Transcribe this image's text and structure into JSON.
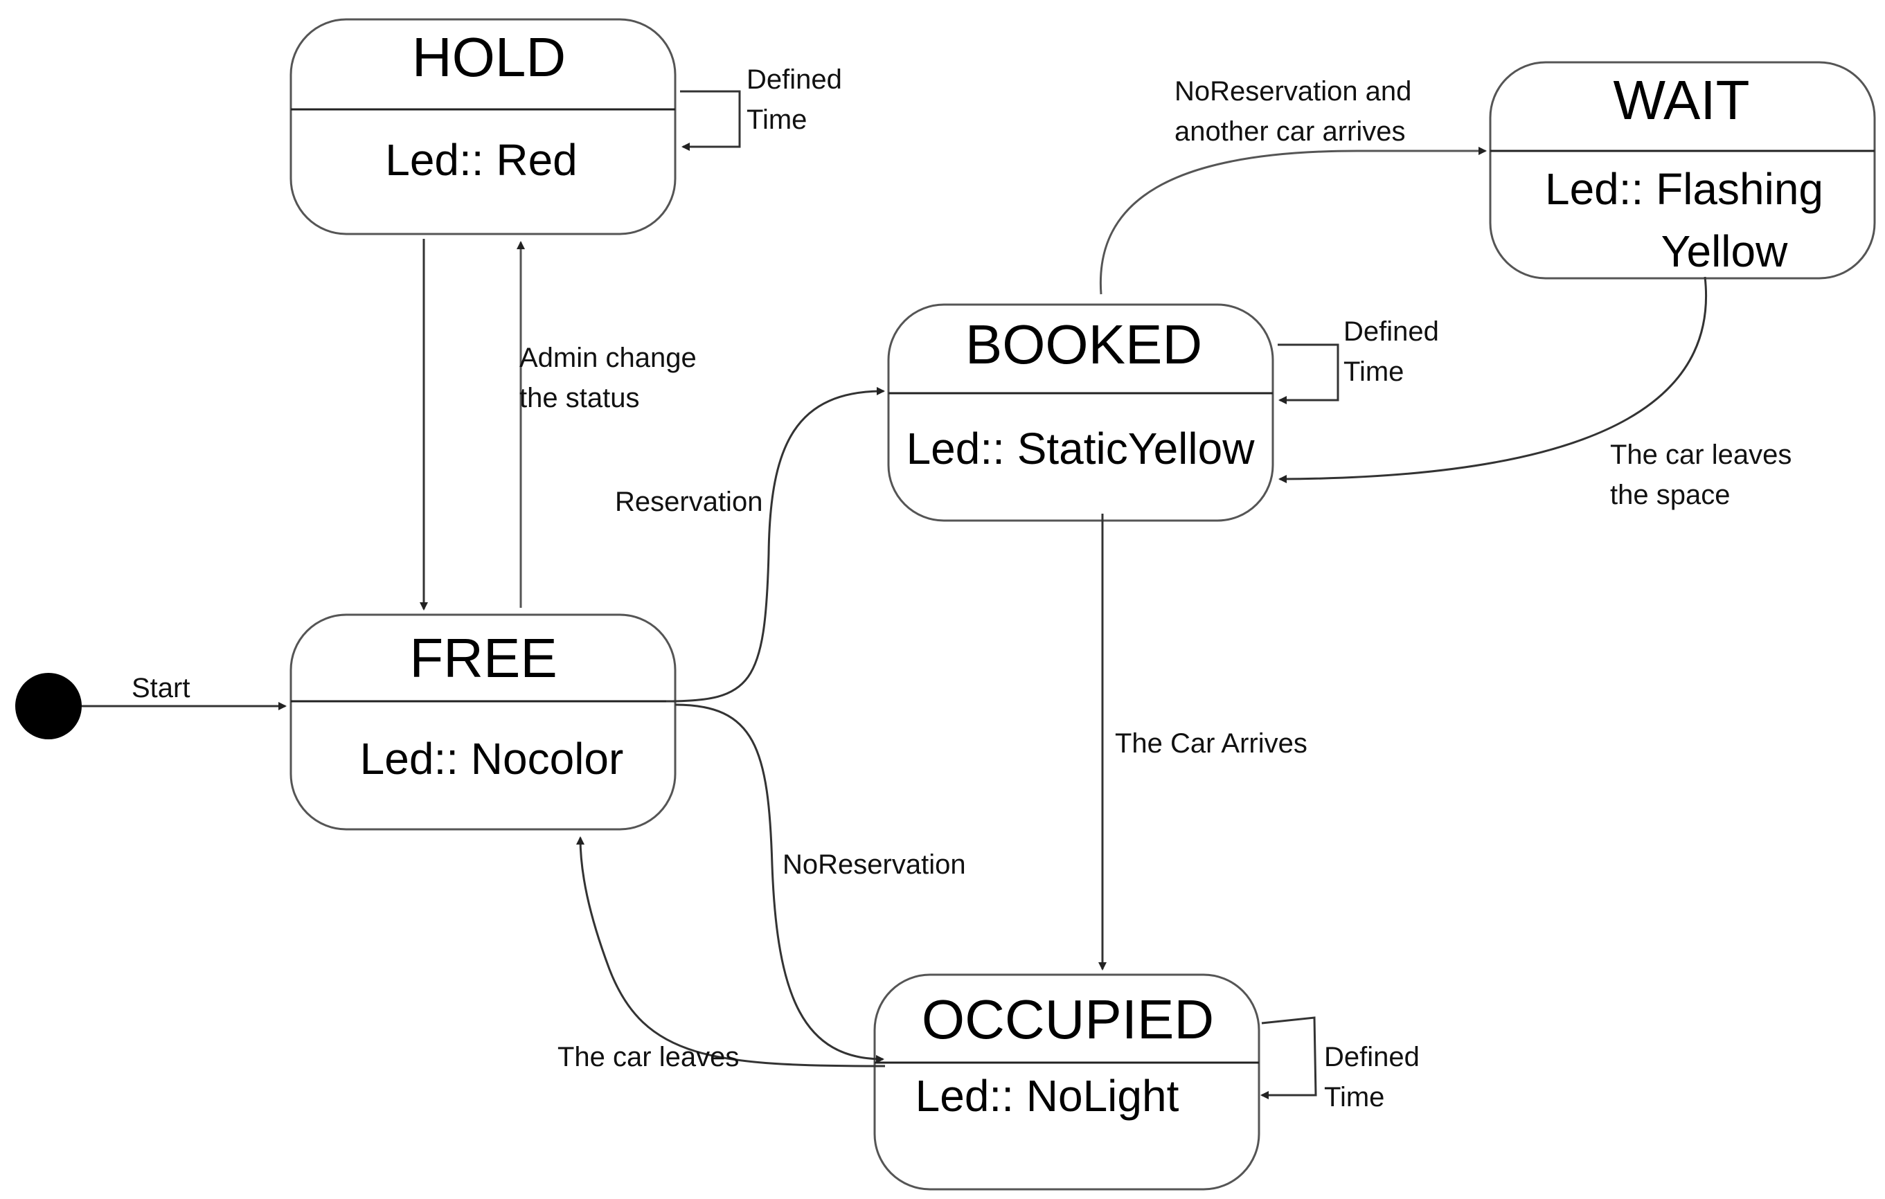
{
  "states": {
    "hold": {
      "name": "HOLD",
      "led": [
        "Led:: Red"
      ]
    },
    "free": {
      "name": "FREE",
      "led": [
        "Led:: Nocolor"
      ]
    },
    "booked": {
      "name": "BOOKED",
      "led": [
        "Led:: StaticYellow"
      ]
    },
    "wait": {
      "name": "WAIT",
      "led": [
        "Led:: Flashing",
        "Yellow"
      ]
    },
    "occupied": {
      "name": "OCCUPIED",
      "led": [
        "Led:: NoLight"
      ]
    }
  },
  "transitions": {
    "start": [
      "Start"
    ],
    "hold_self": [
      "Defined",
      "Time"
    ],
    "admin_change": [
      "Admin change",
      "the status"
    ],
    "reservation": [
      "Reservation"
    ],
    "booked_self": [
      "Defined",
      "Time"
    ],
    "noreservation_wait": [
      "NoReservation and",
      "another car arrives"
    ],
    "car_leaves_space": [
      "The car leaves",
      "the space"
    ],
    "car_arrives": [
      "The Car Arrives"
    ],
    "noreservation": [
      "NoReservation"
    ],
    "car_leaves": [
      "The car leaves"
    ],
    "occupied_self": [
      "Defined",
      "Time"
    ]
  }
}
